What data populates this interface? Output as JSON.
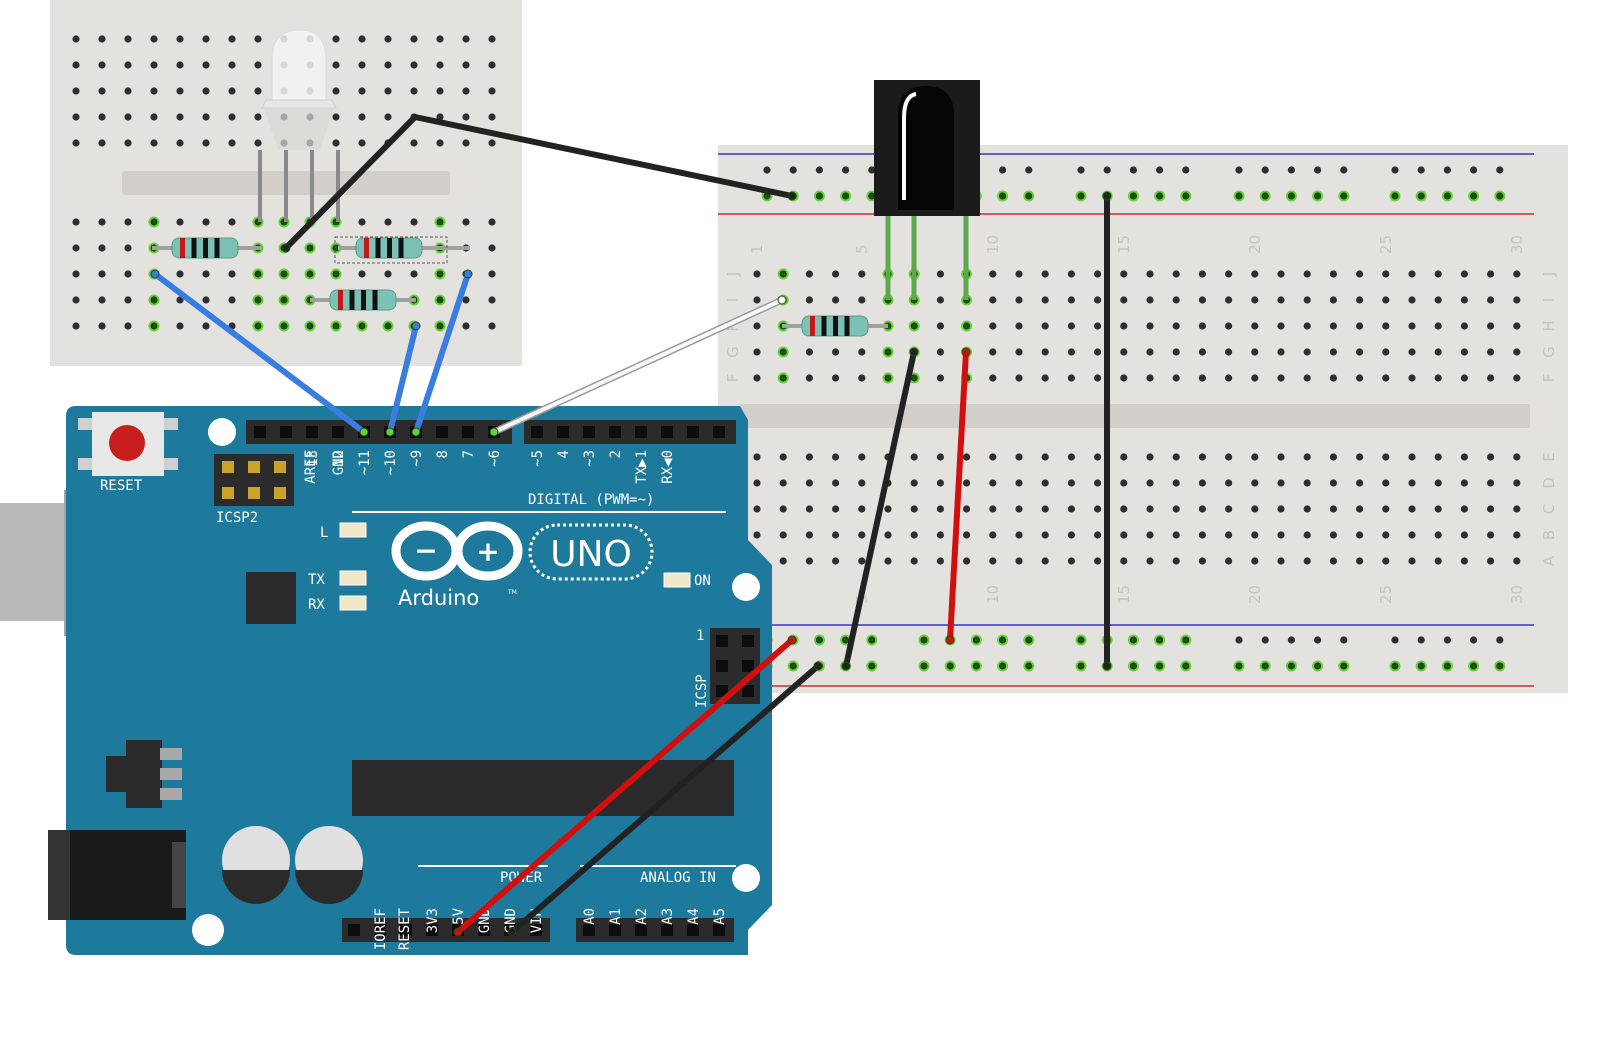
{
  "colors": {
    "board": "#1d7a9c",
    "breadboard": "#e4e2de",
    "hole": "#2e2e2e",
    "hole_active": "#66d23a",
    "rail_red": "#d52b2b",
    "rail_blue": "#3636c8",
    "wire_black": "#222222",
    "wire_red": "#d10f0f",
    "wire_blue": "#3a7de0",
    "wire_white": "#f2f2f2"
  },
  "arduino": {
    "reset_label": "RESET",
    "icsp2_label": "ICSP2",
    "icsp_label": "ICSP",
    "icsp_pin1": "1",
    "led_l": "L",
    "led_tx": "TX",
    "led_rx": "RX",
    "led_on": "ON",
    "logo_symbol_minus": "−",
    "logo_symbol_plus": "+",
    "model": "UNO",
    "brand": "Arduino",
    "trademark": "TM",
    "digital_caption": "DIGITAL (PWM=~)",
    "digital_pins": [
      "AREF",
      "GND",
      "13",
      "12",
      "~11",
      "~10",
      "~9",
      "8",
      "7",
      "~6",
      "~5",
      "4",
      "~3",
      "2",
      "TX▶1",
      "RX◀0"
    ],
    "power_caption": "POWER",
    "power_pins": [
      "IOREF",
      "RESET",
      "3V3",
      "5V",
      "GND",
      "GND",
      "VIN"
    ],
    "analog_caption": "ANALOG IN",
    "analog_pins": [
      "A0",
      "A1",
      "A2",
      "A3",
      "A4",
      "A5"
    ]
  },
  "breadboard_large": {
    "column_numbers": [
      "1",
      "5",
      "10",
      "15",
      "20",
      "25",
      "30"
    ],
    "rows_top": [
      "J",
      "I",
      "H",
      "G",
      "F"
    ],
    "rows_bottom": [
      "E",
      "D",
      "C",
      "B",
      "A"
    ]
  },
  "components": {
    "rgb_led": "rgb-led",
    "ir_receiver": "ir-receiver",
    "resistor_bands": [
      "#c41818",
      "#111111",
      "#111111",
      "#111111"
    ]
  }
}
